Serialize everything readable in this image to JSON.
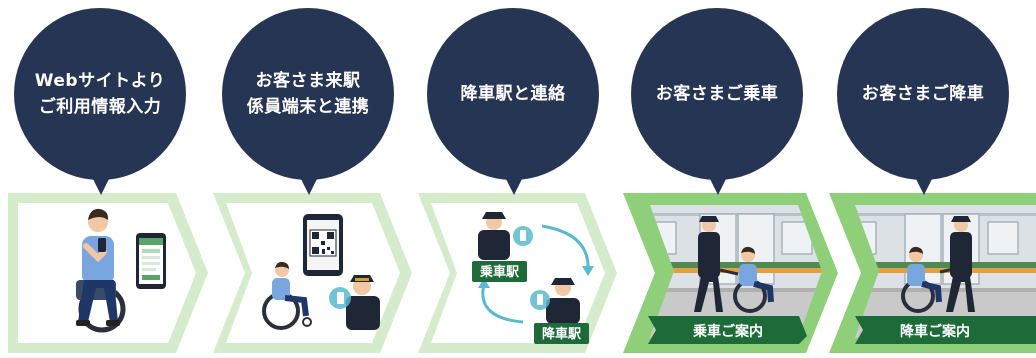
{
  "steps": [
    {
      "line1": "Webサイトより",
      "line2": "ご利用情報入力"
    },
    {
      "line1": "お客さま来駅",
      "line2": "係員端末と連携"
    },
    {
      "line1": "降車駅と連絡",
      "line2": ""
    },
    {
      "line1": "お客さまご乗車",
      "line2": ""
    },
    {
      "line1": "お客さまご降車",
      "line2": ""
    }
  ],
  "station_tags": {
    "boarding": "乗車駅",
    "alighting": "降車駅"
  },
  "banners": {
    "boarding_guide": "乗車ご案内",
    "alighting_guide": "降車ご案内"
  },
  "colors": {
    "bubble": "#273554",
    "chevron_light": "#d4eccb",
    "chevron_dark": "#8fcf7a",
    "banner": "#1e6b3a",
    "arrow": "#5ab9cf",
    "staff_uniform": "#1f2636",
    "customer_shirt": "#7aa6e0"
  }
}
